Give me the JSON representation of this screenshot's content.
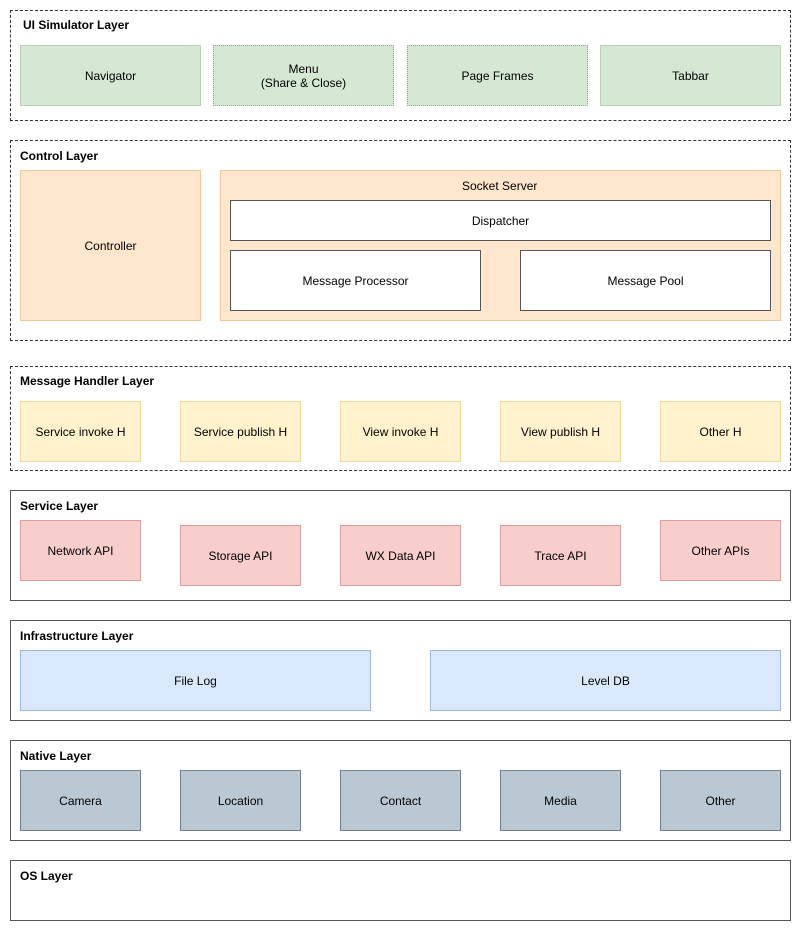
{
  "ui_simulator_layer": {
    "title": "UI Simulator Layer",
    "items": [
      "Navigator",
      "Menu\n(Share & Close)",
      "Page Frames",
      "Tabbar"
    ]
  },
  "control_layer": {
    "title": "Control Layer",
    "controller": "Controller",
    "socket_server": {
      "title": "Socket Server",
      "dispatcher": "Dispatcher",
      "message_processor": "Message Processor",
      "message_pool": "Message Pool"
    }
  },
  "message_handler_layer": {
    "title": "Message Handler Layer",
    "items": [
      "Service invoke H",
      "Service publish H",
      "View invoke  H",
      "View publish H",
      "Other H"
    ]
  },
  "service_layer": {
    "title": "Service Layer",
    "items": [
      "Network API",
      "Storage API",
      "WX Data API",
      "Trace API",
      "Other APIs"
    ]
  },
  "infrastructure_layer": {
    "title": "Infrastructure Layer",
    "items": [
      "File Log",
      "Level DB"
    ]
  },
  "native_layer": {
    "title": "Native Layer",
    "items": [
      "Camera",
      "Location",
      "Contact",
      "Media",
      "Other"
    ]
  },
  "os_layer": {
    "title": "OS Layer"
  }
}
